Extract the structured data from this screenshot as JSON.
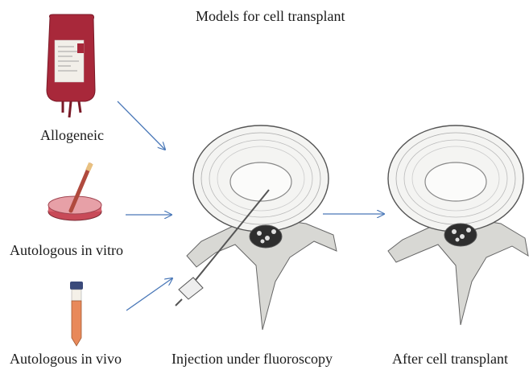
{
  "title": "Models for cell transplant",
  "sources": [
    {
      "label": "Allogeneic",
      "icon": "blood-bag-icon"
    },
    {
      "label": "Autologous in vitro",
      "icon": "petri-dish-icon"
    },
    {
      "label": "Autologous in vivo",
      "icon": "test-tube-icon"
    }
  ],
  "stages": [
    {
      "label": "Injection under fluoroscopy",
      "icon": "vertebra-with-needle-icon"
    },
    {
      "label": "After cell transplant",
      "icon": "vertebra-icon"
    }
  ],
  "colors": {
    "arrow": "#4a78b8",
    "blood": "#a8283a",
    "dish": "#d9626e",
    "tube_fluid": "#e8895a",
    "cap": "#3a4a7a"
  }
}
